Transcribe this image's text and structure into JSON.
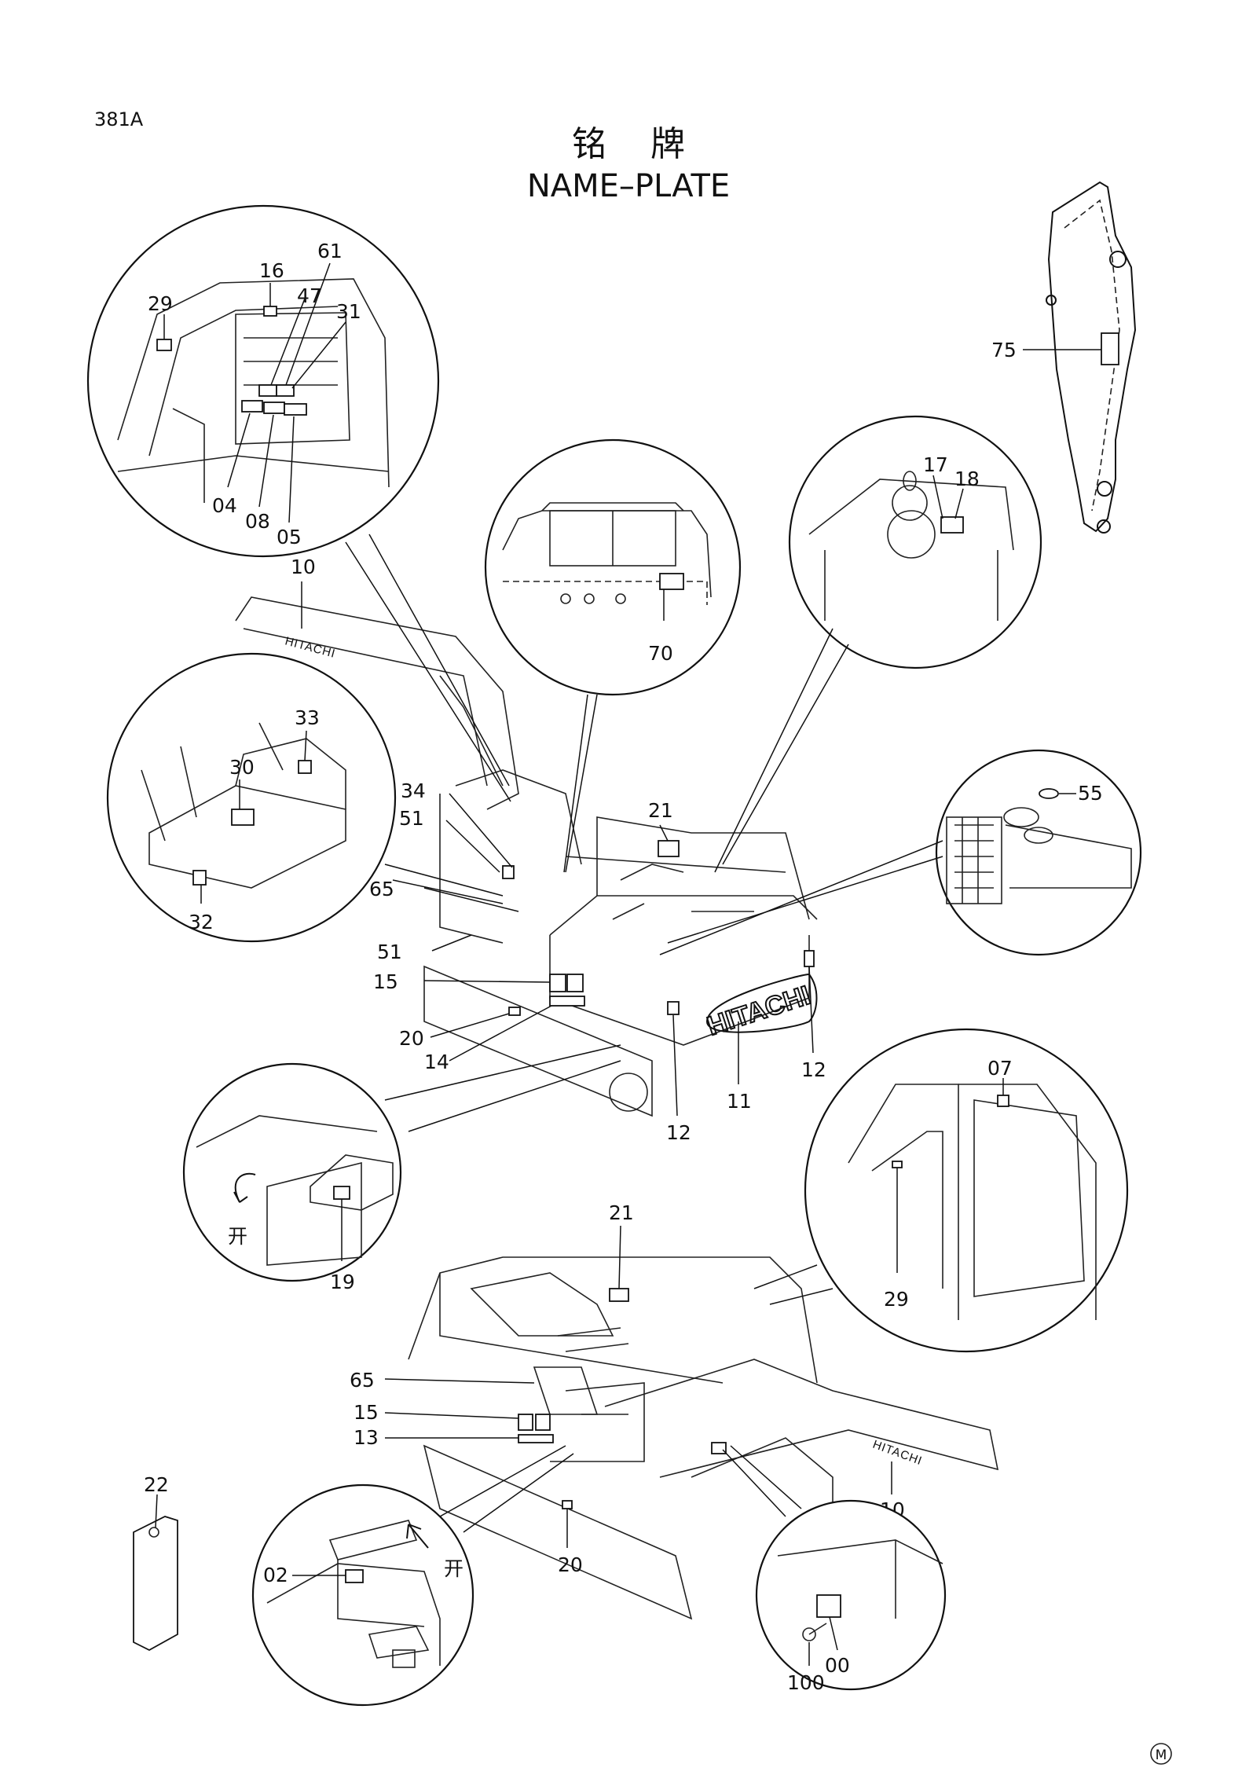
{
  "header": {
    "code": "381A",
    "title_cn": "铭    牌",
    "title_en": "NAME–PLATE"
  },
  "brand_marks": {
    "counterweight": "HITACHI",
    "boom_upper": "HITACHI",
    "boom_lower": "HITACHI"
  },
  "labels": {
    "l16": "16",
    "l61": "61",
    "l47": "47",
    "l31": "31",
    "l29a": "29",
    "l04": "04",
    "l08": "08",
    "l05": "05",
    "l10a": "10",
    "l70": "70",
    "l17": "17",
    "l18": "18",
    "l75": "75",
    "l33": "33",
    "l30": "30",
    "l32": "32",
    "l34": "34",
    "l51a": "51",
    "l65a": "65",
    "l51b": "51",
    "l15a": "15",
    "l20a": "20",
    "l14": "14",
    "l21a": "21",
    "l55": "55",
    "l11": "11",
    "l12a": "12",
    "l12b": "12",
    "l19": "19",
    "l07": "07",
    "l29b": "29",
    "l21b": "21",
    "l65b": "65",
    "l15b": "15",
    "l13": "13",
    "l10b": "10",
    "l22": "22",
    "l02": "02",
    "l20b": "20",
    "l00": "00",
    "l100": "100"
  },
  "open_marks": {
    "battery_cover": "开",
    "engine_hood": "开"
  },
  "footer": {
    "mark": "M"
  }
}
